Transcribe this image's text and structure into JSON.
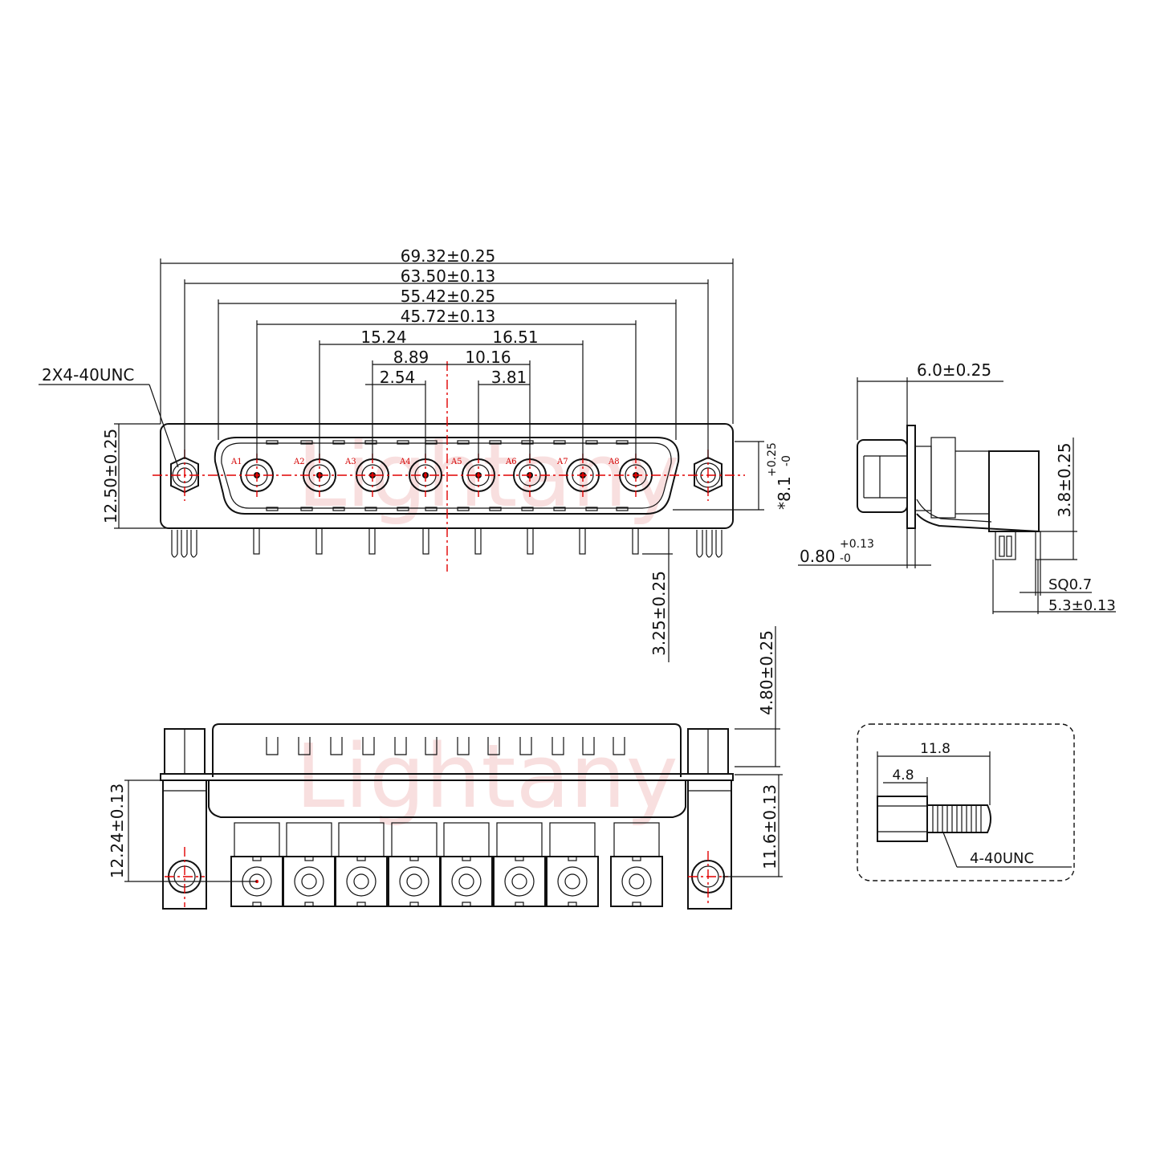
{
  "watermark": "Lightany",
  "front_view": {
    "thread_callout": "2X4-40UNC",
    "pin_labels": [
      "A1",
      "A2",
      "A3",
      "A4",
      "A5",
      "A6",
      "A7",
      "A8"
    ],
    "dims": {
      "overall": "69.32±0.25",
      "mount_holes": "63.50±0.13",
      "shell": "55.42±0.25",
      "pin_span": "45.72±0.13",
      "left_span": "15.24",
      "right_span": "16.51",
      "left_mid": "8.89",
      "right_mid": "10.16",
      "left_small": "2.54",
      "right_small": "3.81",
      "height": "12.50±0.25",
      "shell_height_main": "*8.1",
      "shell_height_tol_plus": "+0.25",
      "shell_height_tol_minus": "-0",
      "pin_length": "3.25±0.25"
    }
  },
  "side_view": {
    "dims": {
      "depth": "6.0±0.25",
      "height": "3.8±0.25",
      "plate_main": "0.80",
      "plate_tol_plus": "+0.13",
      "plate_tol_minus": "-0",
      "pin_square": "SQ0.7",
      "pin_offset": "5.3±0.13"
    }
  },
  "bottom_view": {
    "dims": {
      "shell_depth": "4.80±0.25",
      "left_height": "12.24±0.13",
      "right_height": "11.6±0.13"
    }
  },
  "screw_detail": {
    "length": "11.8",
    "hex_length": "4.8",
    "thread": "4-40UNC"
  }
}
